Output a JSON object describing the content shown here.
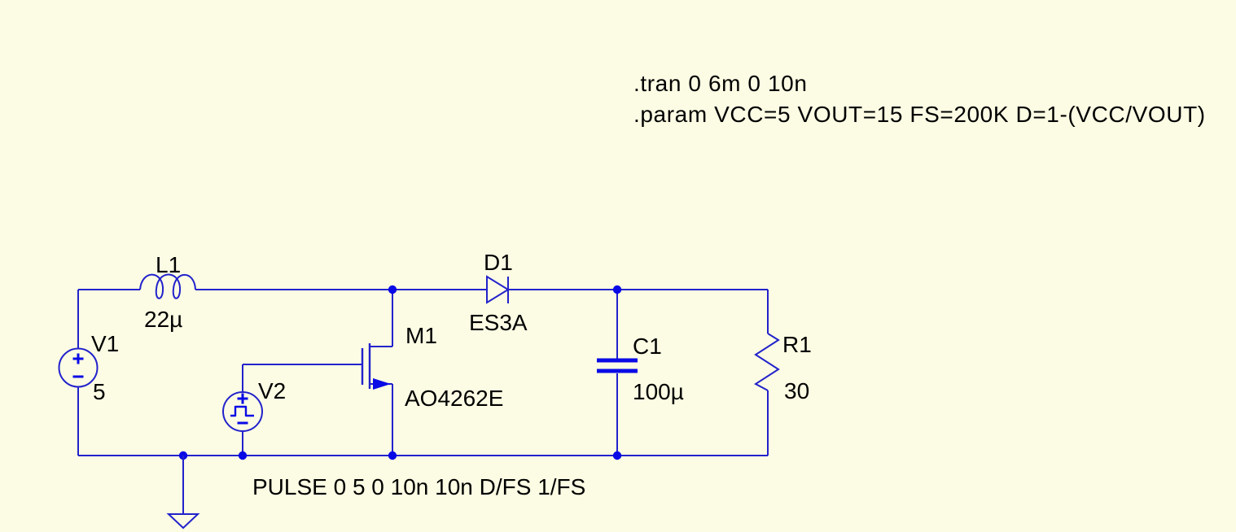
{
  "app": {
    "background_color": "#FCFCE4",
    "wire_color": "#2222CC",
    "accent_color": "#0A0AE6",
    "text_color": "#000000"
  },
  "directives": {
    "line1": ".tran 0 6m 0 10n",
    "line2": ".param VCC=5 VOUT=15 FS=200K D=1-(VCC/VOUT)"
  },
  "components": {
    "v1": {
      "name": "V1",
      "value": "5"
    },
    "v2": {
      "name": "V2",
      "value": "PULSE 0 5 0 10n 10n D/FS 1/FS"
    },
    "l1": {
      "name": "L1",
      "value": "22µ"
    },
    "m1": {
      "name": "M1",
      "value": "AO4262E"
    },
    "d1": {
      "name": "D1",
      "value": "ES3A"
    },
    "c1": {
      "name": "C1",
      "value": "100µ"
    },
    "r1": {
      "name": "R1",
      "value": "30"
    }
  }
}
